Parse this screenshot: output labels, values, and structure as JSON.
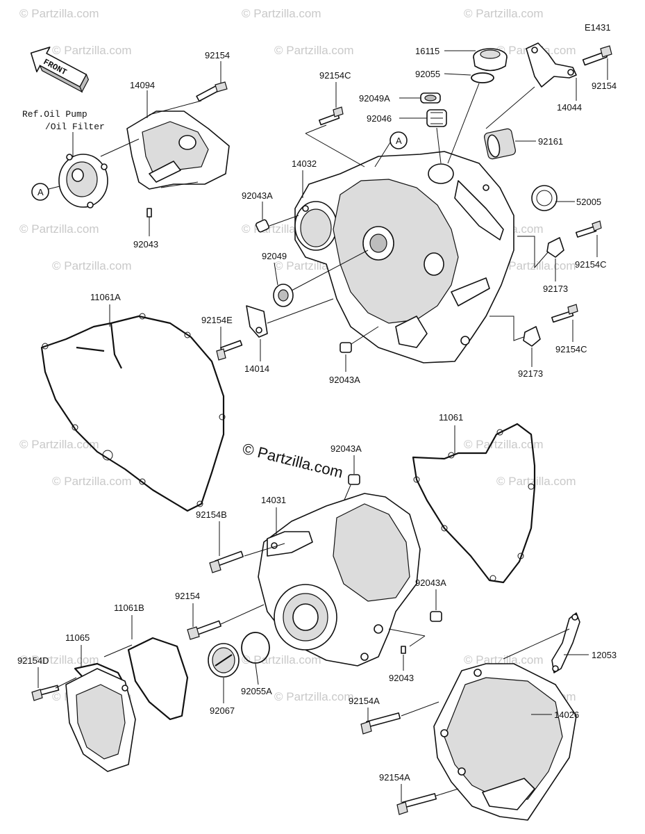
{
  "diagram_code": "E1431",
  "front_label": "FRONT",
  "ref_note_line1": "Ref.Oil Pump",
  "ref_note_line2": "/Oil Filter",
  "ref_marker": "A",
  "watermark": "© Partzilla.com",
  "center_watermark": "© Partzilla.com",
  "parts": {
    "p92154_tl": "92154",
    "p14094": "14094",
    "p92043_l": "92043",
    "p92154C_t": "92154C",
    "p14032": "14032",
    "p92043A_1": "92043A",
    "p92049": "92049",
    "p92154E": "92154E",
    "p14014": "14014",
    "p92043A_2": "92043A",
    "p16115": "16115",
    "p92055": "92055",
    "p92049A": "92049A",
    "p92046": "92046",
    "p14044": "14044",
    "p92154_tr": "92154",
    "p92161": "92161",
    "p52005": "52005",
    "p92154C_r1": "92154C",
    "p92173_1": "92173",
    "p92154C_r2": "92154C",
    "p92173_2": "92173",
    "p11061A": "11061A",
    "p11061": "11061",
    "p92043A_3": "92043A",
    "p14031": "14031",
    "p92154B": "92154B",
    "p92154_m": "92154",
    "p92043A_4": "92043A",
    "p11061B": "11061B",
    "p11065": "11065",
    "p92154D": "92154D",
    "p92067": "92067",
    "p92055A": "92055A",
    "p92043_b": "92043",
    "p12053": "12053",
    "p92154A_1": "92154A",
    "p14026": "14026",
    "p92154A_2": "92154A"
  }
}
